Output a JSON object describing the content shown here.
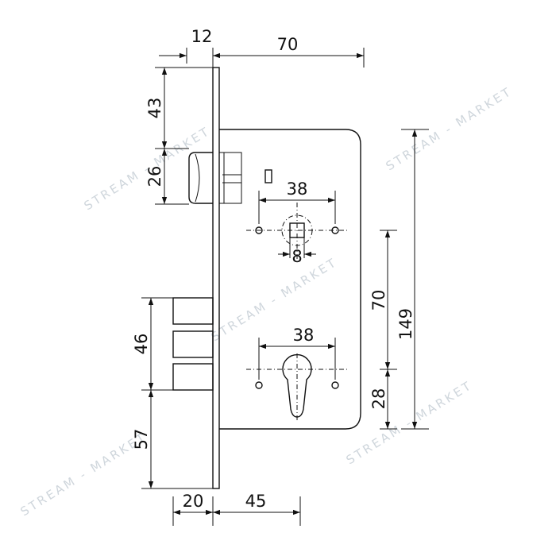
{
  "dimensions": {
    "faceplate_thickness": "12",
    "backset": "70",
    "latch_top_offset": "43",
    "latch_height": "26",
    "handle_hole_spacing": "38",
    "spindle_square": "8",
    "bolt_height": "46",
    "bolt_bottom_offset": "57",
    "handle_to_cylinder": "70",
    "case_height": "149",
    "cylinder_spacing": "38",
    "cylinder_bottom_offset": "28",
    "bolt_throw": "20",
    "cylinder_backset": "45"
  },
  "watermark": {
    "text": "STREAM - MARKET"
  },
  "colors": {
    "line": "#111111",
    "watermark": "#cfd6dc",
    "background": "#ffffff"
  }
}
